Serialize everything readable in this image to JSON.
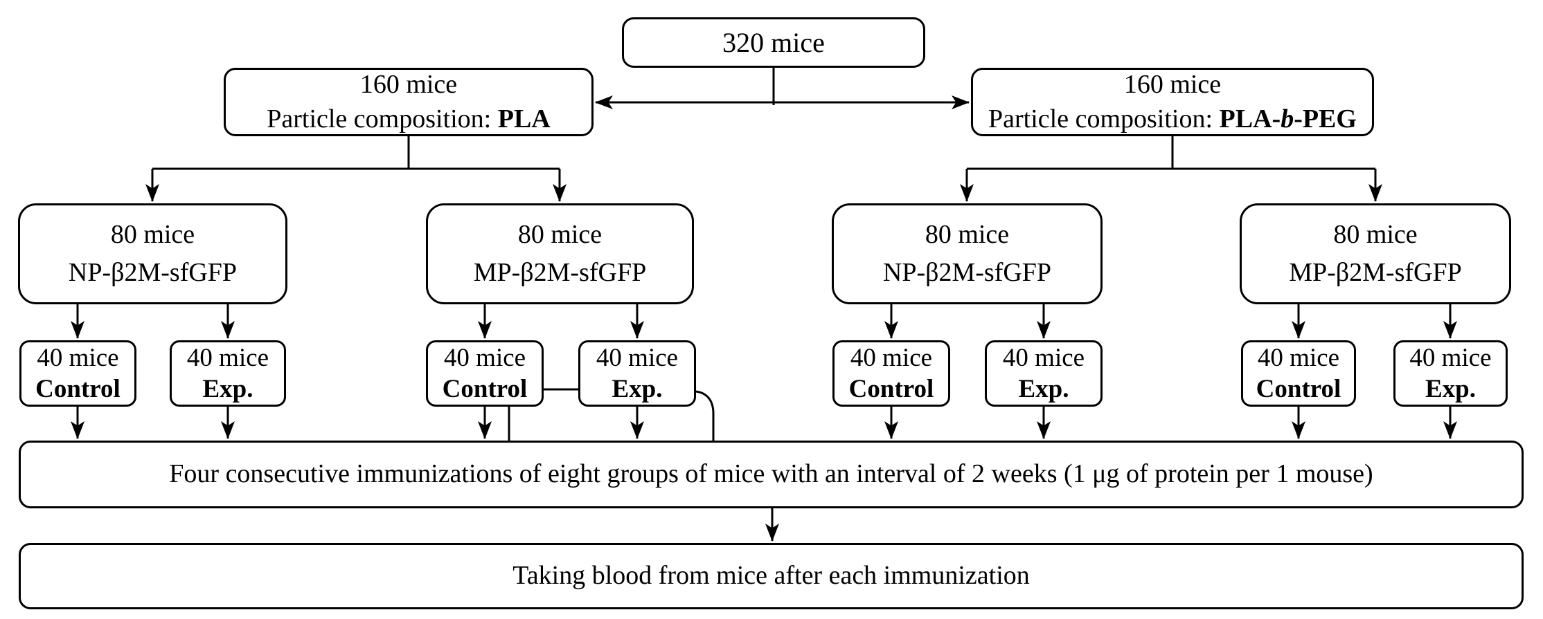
{
  "diagram": {
    "root": {
      "text": "320 mice"
    },
    "branches": [
      {
        "line1": "160 mice",
        "prefix": "Particle composition: ",
        "bold1": "PLA",
        "italic": "",
        "bold2": ""
      },
      {
        "line1": "160 mice",
        "prefix": "Particle composition: ",
        "bold1": "PLA-",
        "italic": "b",
        "bold2": "-PEG"
      }
    ],
    "groups": [
      {
        "line1": "80 mice",
        "line2": "NP-β2M-sfGFP"
      },
      {
        "line1": "80 mice",
        "line2": "MP-β2M-sfGFP"
      },
      {
        "line1": "80 mice",
        "line2": "NP-β2M-sfGFP"
      },
      {
        "line1": "80 mice",
        "line2": "MP-β2M-sfGFP"
      }
    ],
    "subgroups": [
      {
        "line1": "40 mice",
        "line2": "Control"
      },
      {
        "line1": "40 mice",
        "line2": "Exp."
      },
      {
        "line1": "40 mice",
        "line2": "Control"
      },
      {
        "line1": "40 mice",
        "line2": "Exp."
      },
      {
        "line1": "40 mice",
        "line2": "Control"
      },
      {
        "line1": "40 mice",
        "line2": "Exp."
      },
      {
        "line1": "40 mice",
        "line2": "Control"
      },
      {
        "line1": "40 mice",
        "line2": "Exp."
      }
    ],
    "immunization": {
      "text": "Four consecutive immunizations of eight groups of mice with an interval of 2 weeks (1 μg of protein per 1 mouse)"
    },
    "blood": {
      "text": "Taking blood from mice after each immunization"
    },
    "colors": {
      "line": "#000000",
      "background": "#ffffff",
      "text": "#000000"
    }
  }
}
